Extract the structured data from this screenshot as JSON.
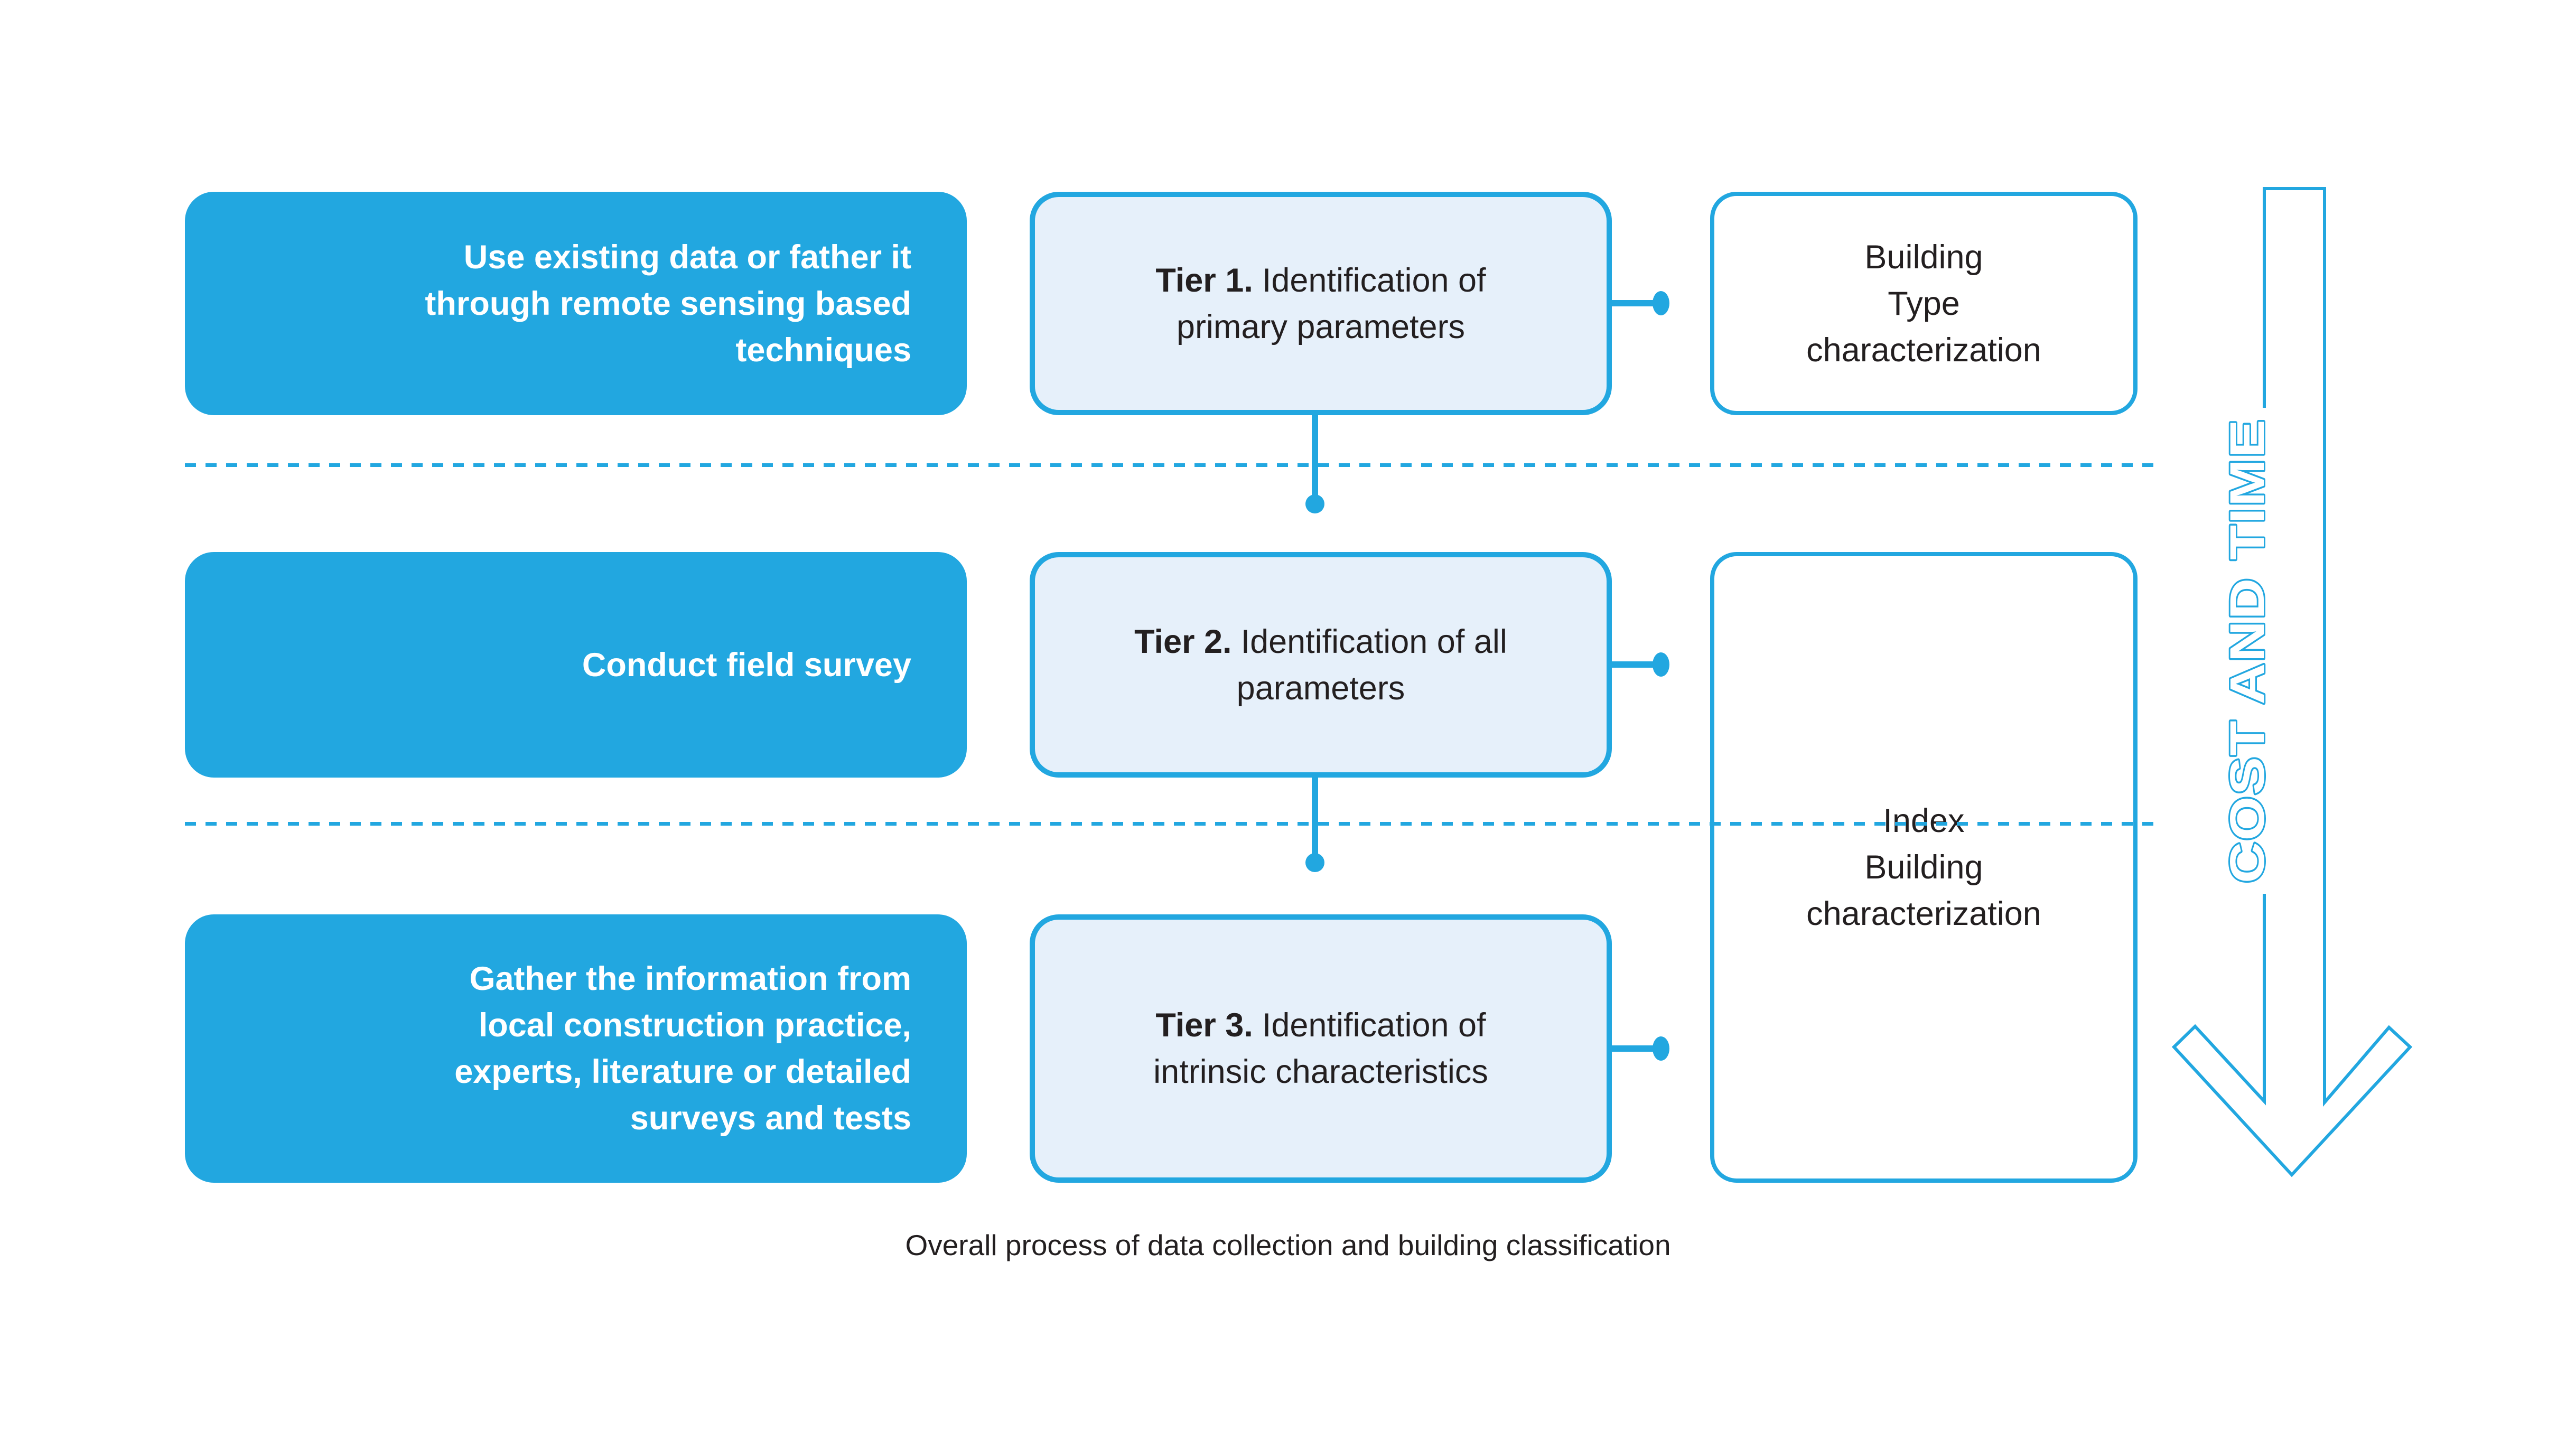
{
  "figure": {
    "caption": "Overall process of data collection and building classification",
    "arrow_label": "COST AND TIME",
    "colors": {
      "accent": "#22a7e0",
      "tier_fill": "#e6f0fa",
      "text": "#231f20",
      "box_text": "#ffffff"
    },
    "method_boxes": [
      {
        "lines": [
          "Use existing data or father it",
          "through remote sensing based",
          "techniques"
        ]
      },
      {
        "lines": [
          "Conduct field survey"
        ]
      },
      {
        "lines": [
          "Gather the information from",
          "local construction practice,",
          "experts, literature or detailed",
          "surveys and tests"
        ]
      }
    ],
    "tier_boxes": [
      {
        "prefix": "Tier 1.",
        "line1": "Identification of",
        "line2": "primary parameters"
      },
      {
        "prefix": "Tier 2.",
        "line1": "Identification of all",
        "line2": "parameters"
      },
      {
        "prefix": "Tier 3.",
        "line1": "Identification of",
        "line2": "intrinsic characteristics"
      }
    ],
    "output_boxes": [
      {
        "lines": [
          "Building",
          "Type",
          "characterization"
        ]
      },
      {
        "lines": [
          "Index",
          "Building",
          "characterization"
        ]
      }
    ]
  }
}
